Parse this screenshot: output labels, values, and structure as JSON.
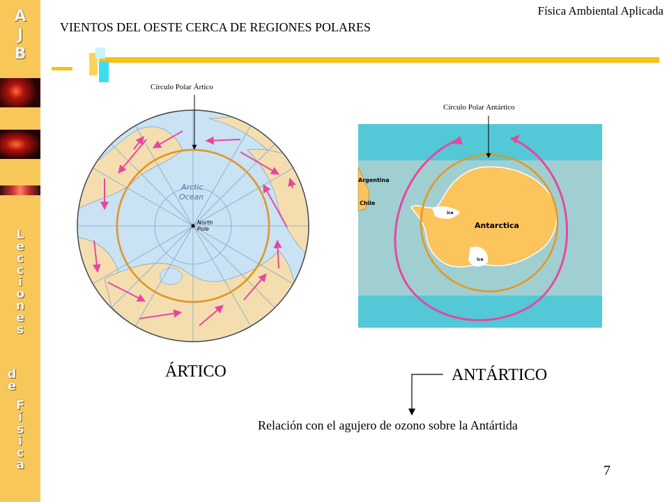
{
  "sidebar": {
    "ajb": "A\nJ\nB",
    "lecciones": "L\ne\nc\nc\ni\no\nn\ne\ns",
    "de": "d\ne",
    "fisica": "F\ní\ns\ni\nc\na"
  },
  "header": {
    "title": "VIENTOS DEL OESTE CERCA DE REGIONES POLARES",
    "course": "Física Ambiental Aplicada"
  },
  "arctic": {
    "circle_label": "Círculo Polar Ártico",
    "ocean_label_1": "Arctic",
    "ocean_label_2": "Ocean",
    "pole_label_1": "North",
    "pole_label_2": "Pole",
    "caption": "ÁRTICO"
  },
  "antarctic": {
    "circle_label": "Círculo Polar Antártico",
    "argentina": "Argentina",
    "chile": "Chile",
    "continent": "Antarctica",
    "ice": "ice",
    "caption": "ANTÁRTICO"
  },
  "relation": "Relación con el agujero de ozono sobre la Antártida",
  "page_number": "7",
  "colors": {
    "sidebar": "#f8c75a",
    "accent_bar": "#fbbf14",
    "arrow_magenta": "#e8469e",
    "circle_orange": "#e8951a",
    "ocean_blue": "#c9e2f4",
    "land_tan": "#f4deb0",
    "antarctic_land": "#fcc45c",
    "sea_teal": "#53c8d6"
  }
}
